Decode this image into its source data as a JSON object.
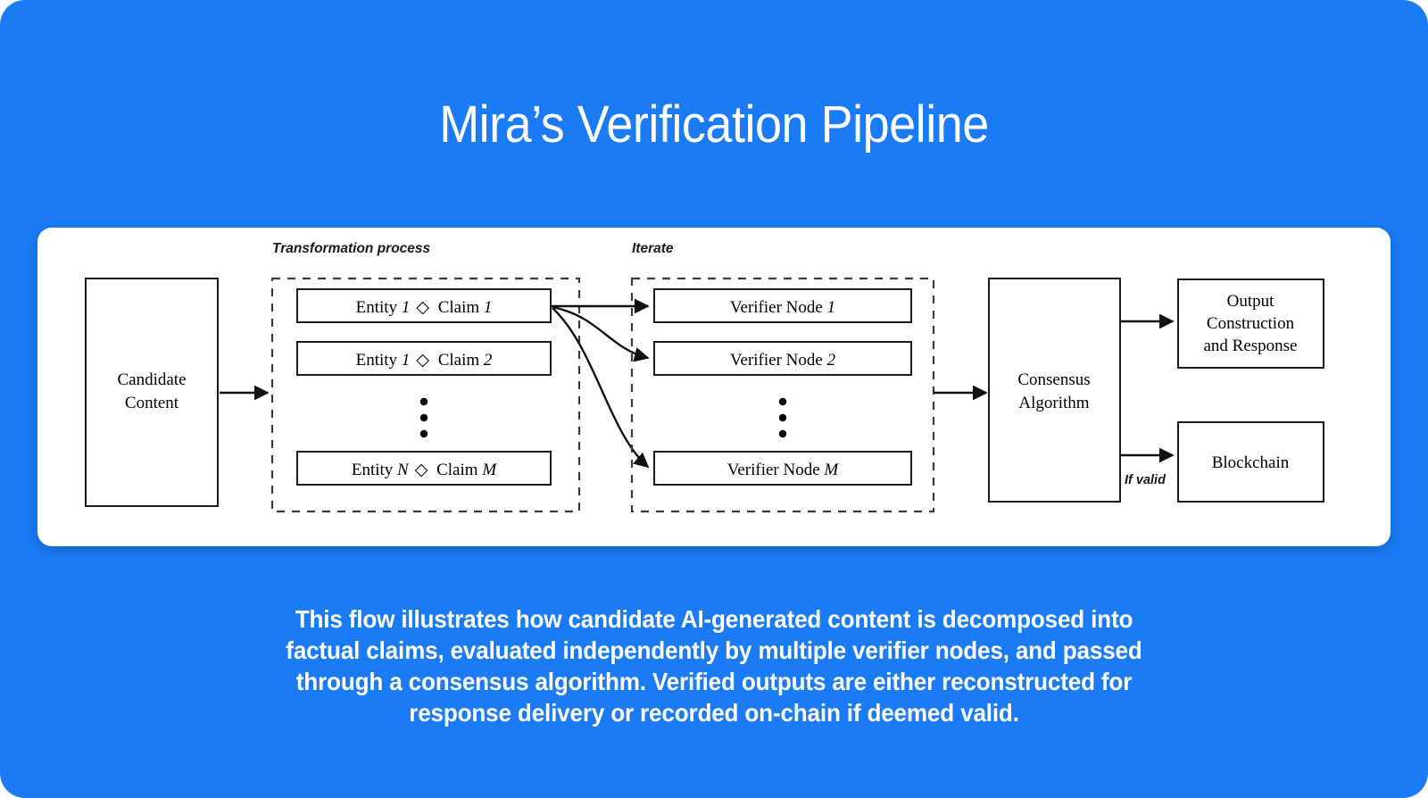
{
  "page": {
    "background_color": "#1B7BF5",
    "card_color": "#FFFFFF",
    "text_color": "#FFFFFF"
  },
  "header": {
    "title": "Mira’s Verification Pipeline"
  },
  "caption": {
    "line1": "This flow illustrates how candidate AI-generated content is decomposed into",
    "line2": "factual claims, evaluated independently by multiple verifier nodes, and passed",
    "line3": "through a consensus algorithm. Verified outputs are either reconstructed for",
    "line4": "response delivery or recorded on-chain if deemed valid."
  },
  "diagram": {
    "type": "flowchart",
    "input_node": {
      "line1": "Candidate",
      "line2": "Content"
    },
    "transformation_group": {
      "label": "Transformation process",
      "items": [
        {
          "prefix": "Entity ",
          "index": "1",
          "relation": "◇",
          "suffix": " Claim ",
          "suffix_index": "1"
        },
        {
          "prefix": "Entity ",
          "index": "1",
          "relation": "◇",
          "suffix": " Claim ",
          "suffix_index": "2"
        },
        {
          "prefix": "Entity ",
          "index": "N",
          "relation": "◇",
          "suffix": " Claim ",
          "suffix_index": "M"
        }
      ],
      "ellipsis": "⋮"
    },
    "iterate_group": {
      "label": "Iterate",
      "items": [
        {
          "prefix": "Verifier Node ",
          "index": "1"
        },
        {
          "prefix": "Verifier Node ",
          "index": "2"
        },
        {
          "prefix": "Verifier Node ",
          "index": "M"
        }
      ],
      "ellipsis": "⋮"
    },
    "consensus_node": {
      "line1": "Consensus",
      "line2": "Algorithm"
    },
    "output_node": {
      "line1": "Output",
      "line2": "Construction",
      "line3": "and Response"
    },
    "blockchain_node": {
      "line1": "Blockchain"
    },
    "edge_labels": {
      "if_valid": "If valid"
    }
  }
}
